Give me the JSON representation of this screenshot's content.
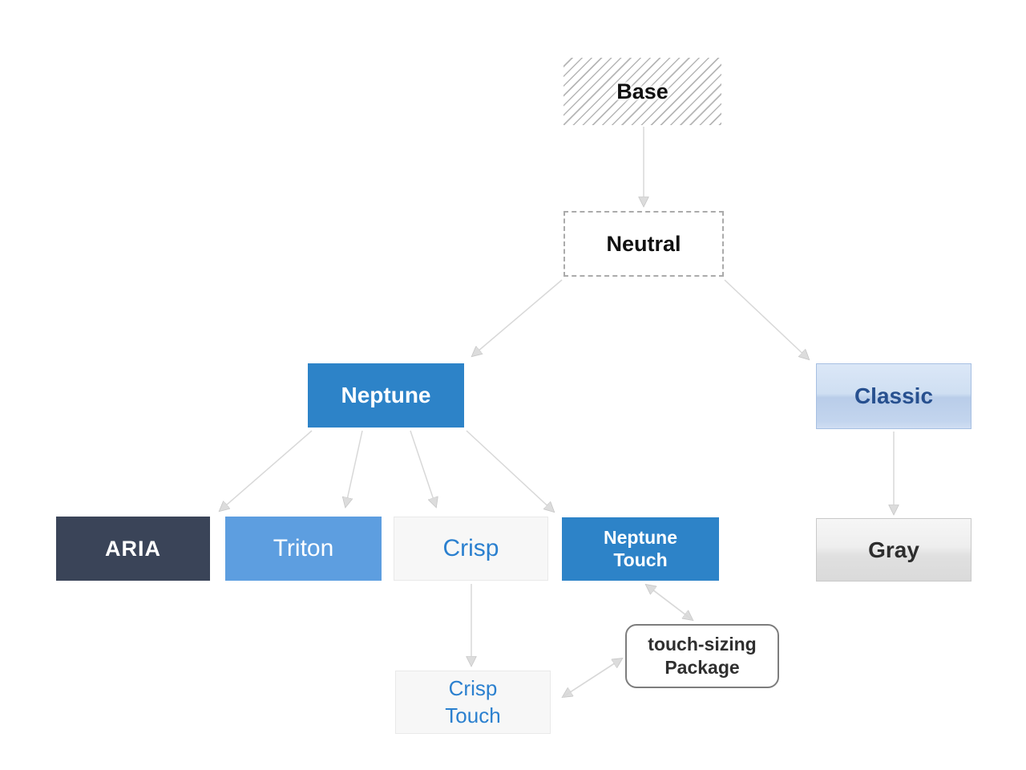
{
  "diagram": {
    "background": "#ffffff",
    "arrow_color": "#d8d8d8",
    "arrowhead_fill": "#dcdcdc",
    "nodes": {
      "base": {
        "label": "Base",
        "style": "hatched",
        "text_color": "#111111"
      },
      "neutral": {
        "label": "Neutral",
        "style": "dashed-outline",
        "text_color": "#111111"
      },
      "neptune": {
        "label": "Neptune",
        "fill": "#2d83c8",
        "text_color": "#ffffff"
      },
      "classic": {
        "label": "Classic",
        "fill_top": "#dbe7f7",
        "fill_bottom": "#c3d5ee",
        "border": "#a6bfe2",
        "text_color": "#27508f"
      },
      "aria": {
        "label": "ARIA",
        "fill": "#3a4458",
        "text_color": "#ffffff"
      },
      "triton": {
        "label": "Triton",
        "fill": "#5d9ee0",
        "text_color": "#ffffff"
      },
      "crisp": {
        "label": "Crisp",
        "fill": "#f7f7f7",
        "text_color": "#2b80cf"
      },
      "neptune_touch": {
        "lines": [
          "Neptune",
          "Touch"
        ],
        "fill": "#2d83c8",
        "text_color": "#ffffff"
      },
      "gray": {
        "label": "Gray",
        "fill_top": "#f6f6f6",
        "fill_bottom": "#dadada",
        "border": "#c9c9c9",
        "text_color": "#2d2d2d"
      },
      "crisp_touch": {
        "lines": [
          "Crisp",
          "Touch"
        ],
        "fill": "#f7f7f7",
        "text_color": "#2b80cf"
      },
      "touch_sizing": {
        "lines": [
          "touch-sizing",
          "Package"
        ],
        "fill": "#ffffff",
        "border": "#7d7d7d",
        "text_color": "#2f2f2f"
      }
    },
    "edges": [
      {
        "from": "Base",
        "to": "Neutral",
        "bidirectional": false
      },
      {
        "from": "Neutral",
        "to": "Neptune",
        "bidirectional": false
      },
      {
        "from": "Neutral",
        "to": "Classic",
        "bidirectional": false
      },
      {
        "from": "Neptune",
        "to": "ARIA",
        "bidirectional": false
      },
      {
        "from": "Neptune",
        "to": "Triton",
        "bidirectional": false
      },
      {
        "from": "Neptune",
        "to": "Crisp",
        "bidirectional": false
      },
      {
        "from": "Neptune",
        "to": "Neptune Touch",
        "bidirectional": false
      },
      {
        "from": "Classic",
        "to": "Gray",
        "bidirectional": false
      },
      {
        "from": "Crisp",
        "to": "Crisp Touch",
        "bidirectional": false
      },
      {
        "from": "Neptune Touch",
        "to": "touch-sizing Package",
        "bidirectional": true
      },
      {
        "from": "Crisp Touch",
        "to": "touch-sizing Package",
        "bidirectional": true
      }
    ]
  }
}
